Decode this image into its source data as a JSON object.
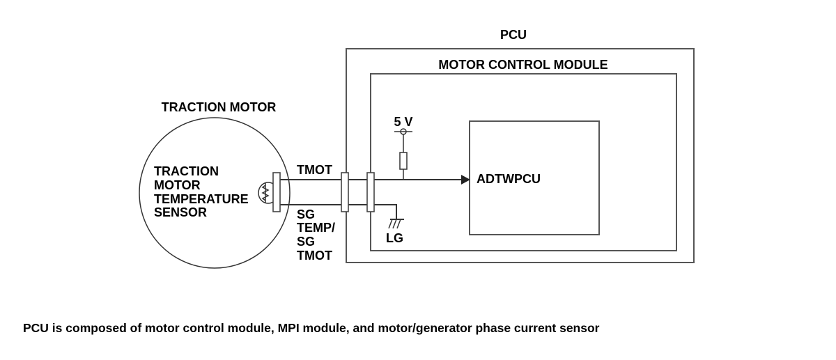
{
  "labels": {
    "pcu": "PCU",
    "motor_control_module": "MOTOR CONTROL MODULE",
    "traction_motor": "TRACTION MOTOR",
    "sensor_lines": [
      "TRACTION",
      "MOTOR",
      "TEMPERATURE",
      "SENSOR"
    ],
    "tmot": "TMOT",
    "sg_lines": [
      "SG",
      "TEMP/",
      "SG",
      "TMOT"
    ],
    "voltage": "5 V",
    "adtwpcu": "ADTWPCU",
    "lg": "LG"
  },
  "caption": "PCU is composed of motor control module, MPI module, and motor/generator phase current sensor",
  "colors": {
    "line": "#333333",
    "box": "#555555",
    "background": "#ffffff",
    "text": "#000000"
  }
}
